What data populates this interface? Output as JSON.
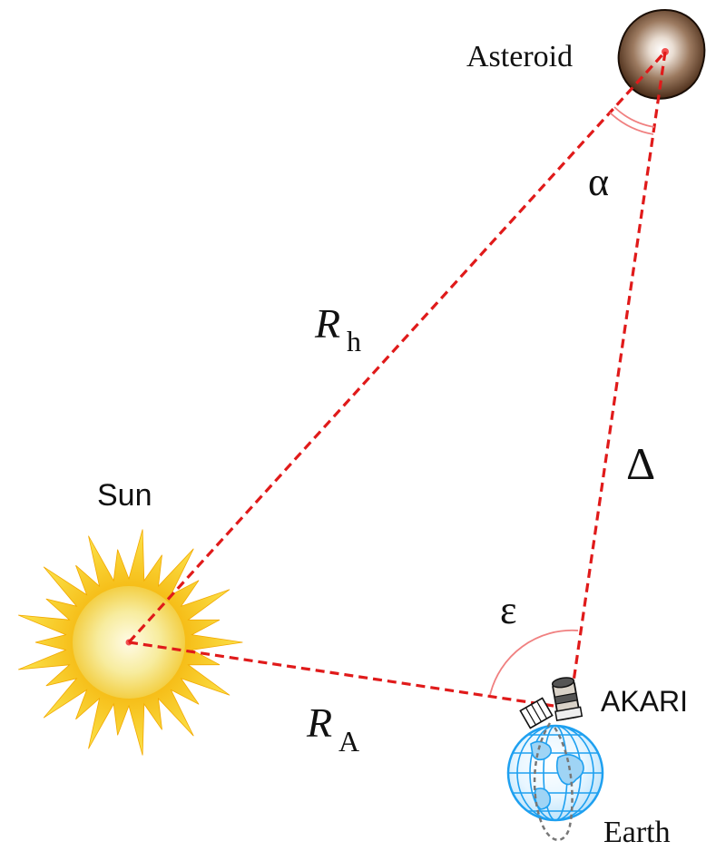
{
  "labels": {
    "asteroid": "Asteroid",
    "sun": "Sun",
    "spacecraft": "AKARI",
    "earth": "Earth",
    "rh_main": "R",
    "rh_sub": "h",
    "ra_main": "R",
    "ra_sub": "A",
    "delta": "Δ",
    "alpha": "α",
    "epsilon": "ε"
  },
  "colors": {
    "line": "#e01a1a",
    "angle_arc": "#f08080",
    "sun_core": "#f7e9a0",
    "sun_rays": "#f6c21a",
    "asteroid": "#7a4a2a",
    "earth": "#1ea0f0",
    "orbit": "#777777"
  }
}
